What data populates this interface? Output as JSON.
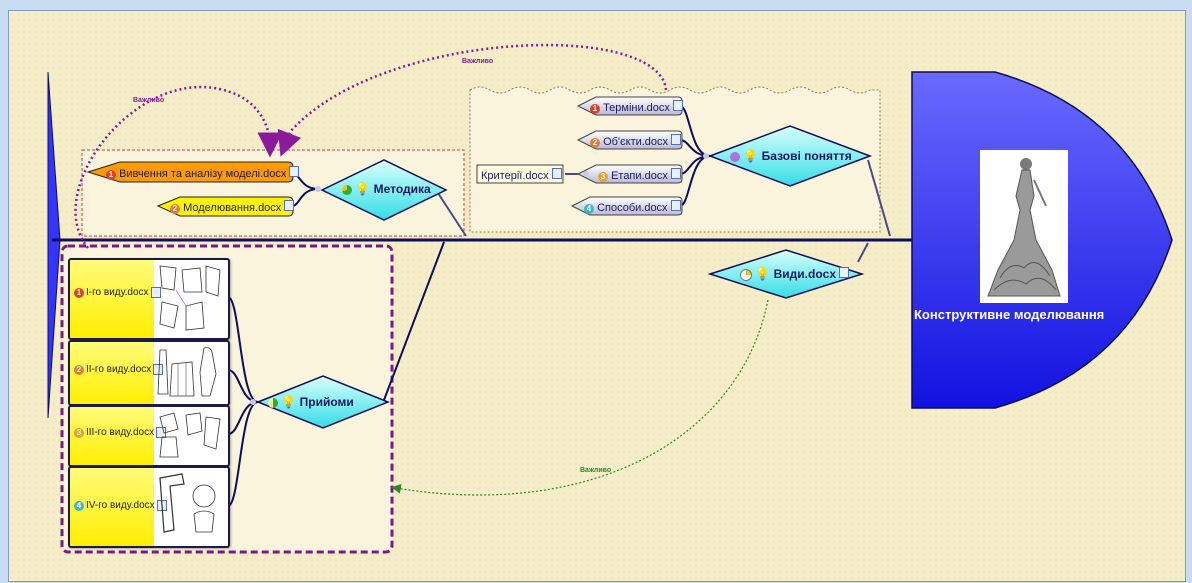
{
  "head": {
    "label": "Конструктивне моделювання"
  },
  "hubs": {
    "metodyka": "Методика",
    "bazovi": "Базові поняття",
    "vydy": "Види.docx",
    "pryiomy": "Прийоми"
  },
  "metodyka_items": [
    {
      "num": "1",
      "label": "Вивчення та аналізу моделі.docx",
      "color": "#ff9a00"
    },
    {
      "num": "2",
      "label": "Моделювання.docx",
      "color": "#fff200"
    }
  ],
  "bazovi_items": [
    {
      "num": "1",
      "label": "Терміни.docx",
      "badge": "#e0402a"
    },
    {
      "num": "2",
      "label": "Об'єкти.docx",
      "badge": "#e87a30"
    },
    {
      "num": "3",
      "label": "Етапи.docx",
      "badge": "#f0a020"
    },
    {
      "num": "4",
      "label": "Способи.docx",
      "badge": "#40b8c0"
    }
  ],
  "kryterii": "Критерії.docx",
  "pryiomy_items": [
    {
      "num": "1",
      "label": "І-го виду.docx",
      "badge": "#e0402a"
    },
    {
      "num": "2",
      "label": "ІІ-го виду.docx",
      "badge": "#e87a30"
    },
    {
      "num": "3",
      "label": "ІІІ-го виду.docx",
      "badge": "#f0a020"
    },
    {
      "num": "4",
      "label": "ІV-го виду.docx",
      "badge": "#40b8c0"
    }
  ],
  "relations": {
    "r1": "Важливо",
    "r2": "Важливо",
    "r3": "Важливо"
  },
  "colors": {
    "spine": "#0d0d5c",
    "head": "#2a2aff",
    "hub": "#3ee8ee",
    "relation_purple": "#8a1a9a",
    "relation_green": "#2a8a2a"
  }
}
